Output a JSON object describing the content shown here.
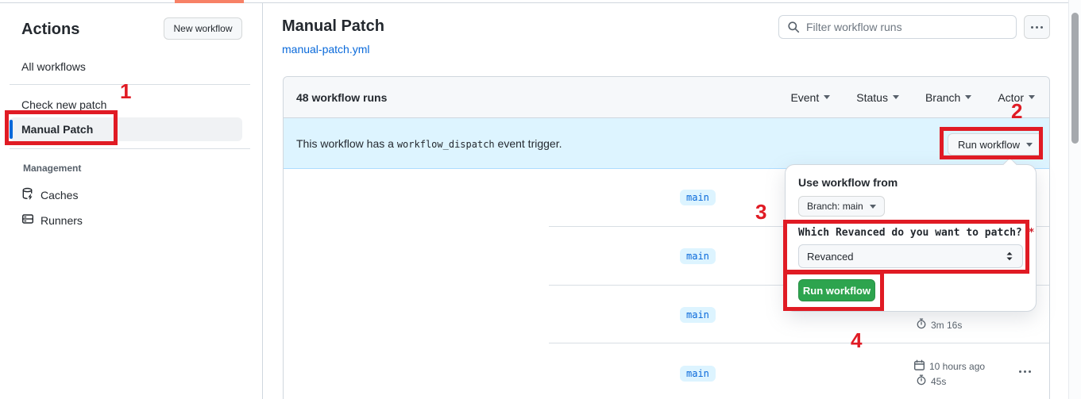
{
  "colors": {
    "accent": "#0969da",
    "green": "#2da44e",
    "annotation": "#e01b24",
    "banner-bg": "#ddf4ff",
    "tab-indicator": "#f78166"
  },
  "icons": {
    "search-icon": "svg-magnifier",
    "kebab-icon": "three-horizontal-dots",
    "caret-down-icon": "css-triangle-down",
    "cache-icon": "svg-database-with-bolt",
    "runners-icon": "svg-server-rack",
    "calendar-icon": "svg-calendar",
    "stopwatch-icon": "svg-stopwatch",
    "select-updown-icon": "svg-double-chevron"
  },
  "sidebar": {
    "title": "Actions",
    "new_workflow_label": "New workflow",
    "items": [
      {
        "label": "All workflows",
        "selected": false
      },
      {
        "label": "Check new patch",
        "selected": false
      },
      {
        "label": "Manual Patch",
        "selected": true
      }
    ],
    "management": {
      "header": "Management",
      "items": [
        {
          "label": "Caches"
        },
        {
          "label": "Runners"
        }
      ]
    }
  },
  "header": {
    "title": "Manual Patch",
    "file_link": "manual-patch.yml",
    "filter_placeholder": "Filter workflow runs"
  },
  "runs_panel": {
    "count_label": "48 workflow runs",
    "filters": [
      "Event",
      "Status",
      "Branch",
      "Actor"
    ],
    "banner": {
      "text_before": "This workflow has a",
      "code": "workflow_dispatch",
      "text_after": "event trigger.",
      "run_button_label": "Run workflow"
    },
    "rows": [
      {
        "branch": "main"
      },
      {
        "branch": "main"
      },
      {
        "branch": "main",
        "duration": "3m 16s"
      },
      {
        "branch": "main",
        "date": "10 hours ago",
        "duration": "45s"
      }
    ]
  },
  "popup": {
    "title": "Use workflow from",
    "branch_button_label": "Branch: main",
    "input_label": "Which Revanced do you want to patch?",
    "required_marker": "*",
    "select_value": "Revanced",
    "run_button_label": "Run workflow"
  },
  "annotations": {
    "n1": "1",
    "n2": "2",
    "n3": "3",
    "n4": "4"
  }
}
